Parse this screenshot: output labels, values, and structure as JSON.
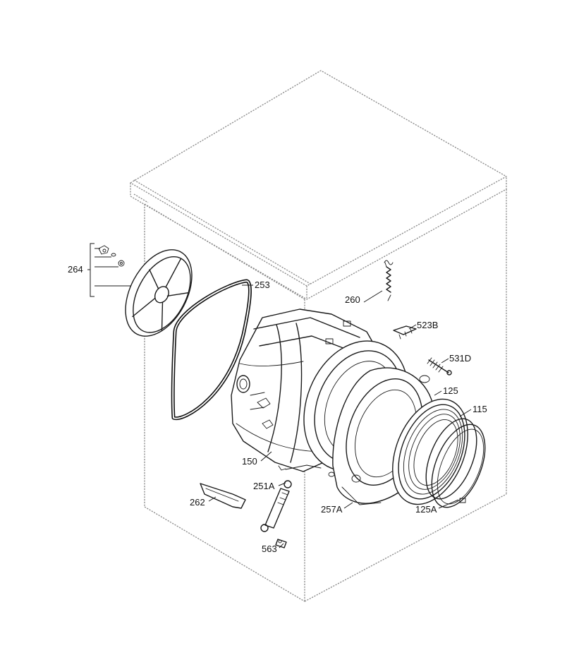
{
  "labels": {
    "p264": "264",
    "p253": "253",
    "p260": "260",
    "p523B": "523B",
    "p531D": "531D",
    "p125": "125",
    "p115": "115",
    "p150": "150",
    "p251A": "251A",
    "p262": "262",
    "p257A": "257A",
    "p125A": "125A",
    "p563": "563"
  },
  "colors": {
    "line": "#1a1a1a",
    "cabinet": "#8a8a8a",
    "background": "#ffffff"
  }
}
